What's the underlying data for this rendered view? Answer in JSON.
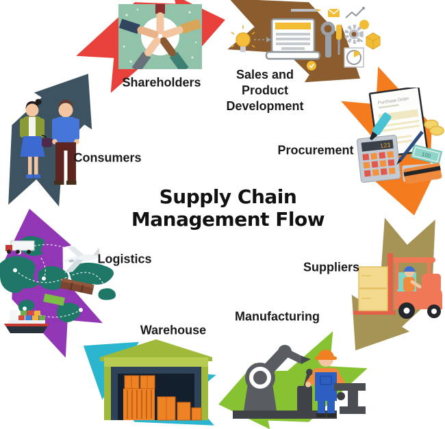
{
  "title": {
    "line1": "Supply Chain",
    "line2": "Management Flow"
  },
  "nodes": {
    "sales": {
      "label": "Sales and Product Development",
      "label_lines": [
        "Sales and",
        "Product",
        "Development"
      ],
      "color": "#8A5C2E"
    },
    "procurement": {
      "label": "Procurement",
      "color": "#F47C1F",
      "document_title": "Purchase Order",
      "calculator_display": "123",
      "banknote_value": "100"
    },
    "suppliers": {
      "label": "Suppliers",
      "color": "#A59455"
    },
    "manufacturing": {
      "label": "Manufacturing",
      "color": "#86C232"
    },
    "warehouse": {
      "label": "Warehouse",
      "color": "#2BB5CE"
    },
    "logistics": {
      "label": "Logistics",
      "color": "#9137B5"
    },
    "consumers": {
      "label": "Consumers",
      "color": "#3D5362"
    },
    "shareholders": {
      "label": "Shareholders",
      "color": "#E8403A"
    }
  }
}
